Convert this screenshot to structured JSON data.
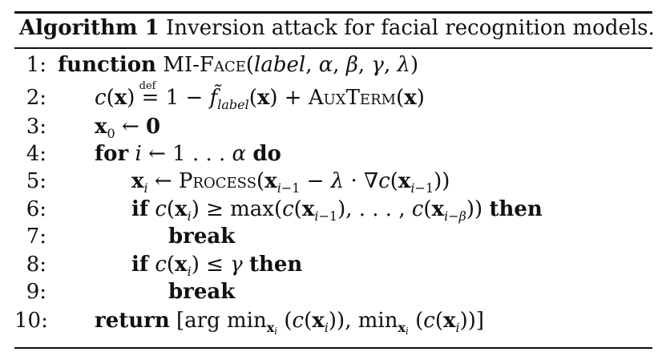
{
  "caption": {
    "label": "Algorithm 1",
    "title": "Inversion attack for facial recognition models."
  },
  "lines": [
    {
      "num": "1:"
    },
    {
      "num": "2:"
    },
    {
      "num": "3:"
    },
    {
      "num": "4:"
    },
    {
      "num": "5:"
    },
    {
      "num": "6:"
    },
    {
      "num": "7:"
    },
    {
      "num": "8:"
    },
    {
      "num": "9:"
    },
    {
      "num": "10:"
    }
  ],
  "keywords": {
    "function": "function",
    "for": "for",
    "do": "do",
    "if": "if",
    "then": "then",
    "break": "break",
    "return": "return"
  },
  "names": {
    "mi_face": "MI-Face",
    "aux_term": "AuxTerm",
    "process": "Process"
  }
}
